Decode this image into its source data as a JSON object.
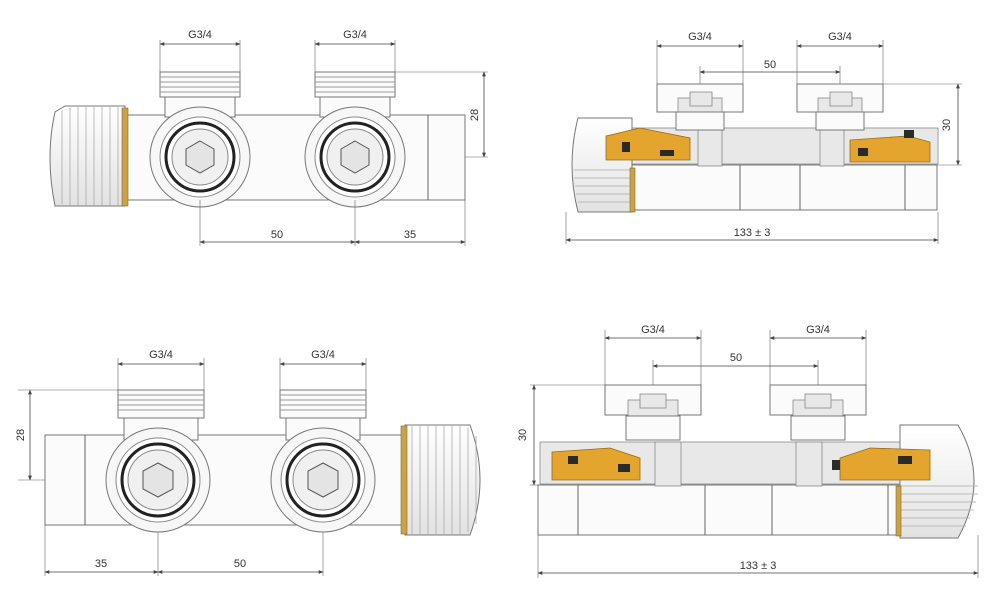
{
  "colors": {
    "brass": "#e3a52e",
    "brass_dark": "#9a6a14",
    "seal": "#2a2a2a",
    "line": "#666666"
  },
  "views": {
    "front_left": {
      "thread_a": "G3/4",
      "thread_b": "G3/4",
      "height": "28",
      "spacing": "50",
      "offset": "35"
    },
    "section_right": {
      "thread_a": "G3/4",
      "thread_b": "G3/4",
      "spacing": "50",
      "height": "30",
      "length": "133 ± 3"
    },
    "front_right": {
      "thread_a": "G3/4",
      "thread_b": "G3/4",
      "height": "28",
      "spacing": "50",
      "offset": "35"
    },
    "section_left": {
      "thread_a": "G3/4",
      "thread_b": "G3/4",
      "spacing": "50",
      "height": "30",
      "length": "133 ± 3"
    }
  }
}
